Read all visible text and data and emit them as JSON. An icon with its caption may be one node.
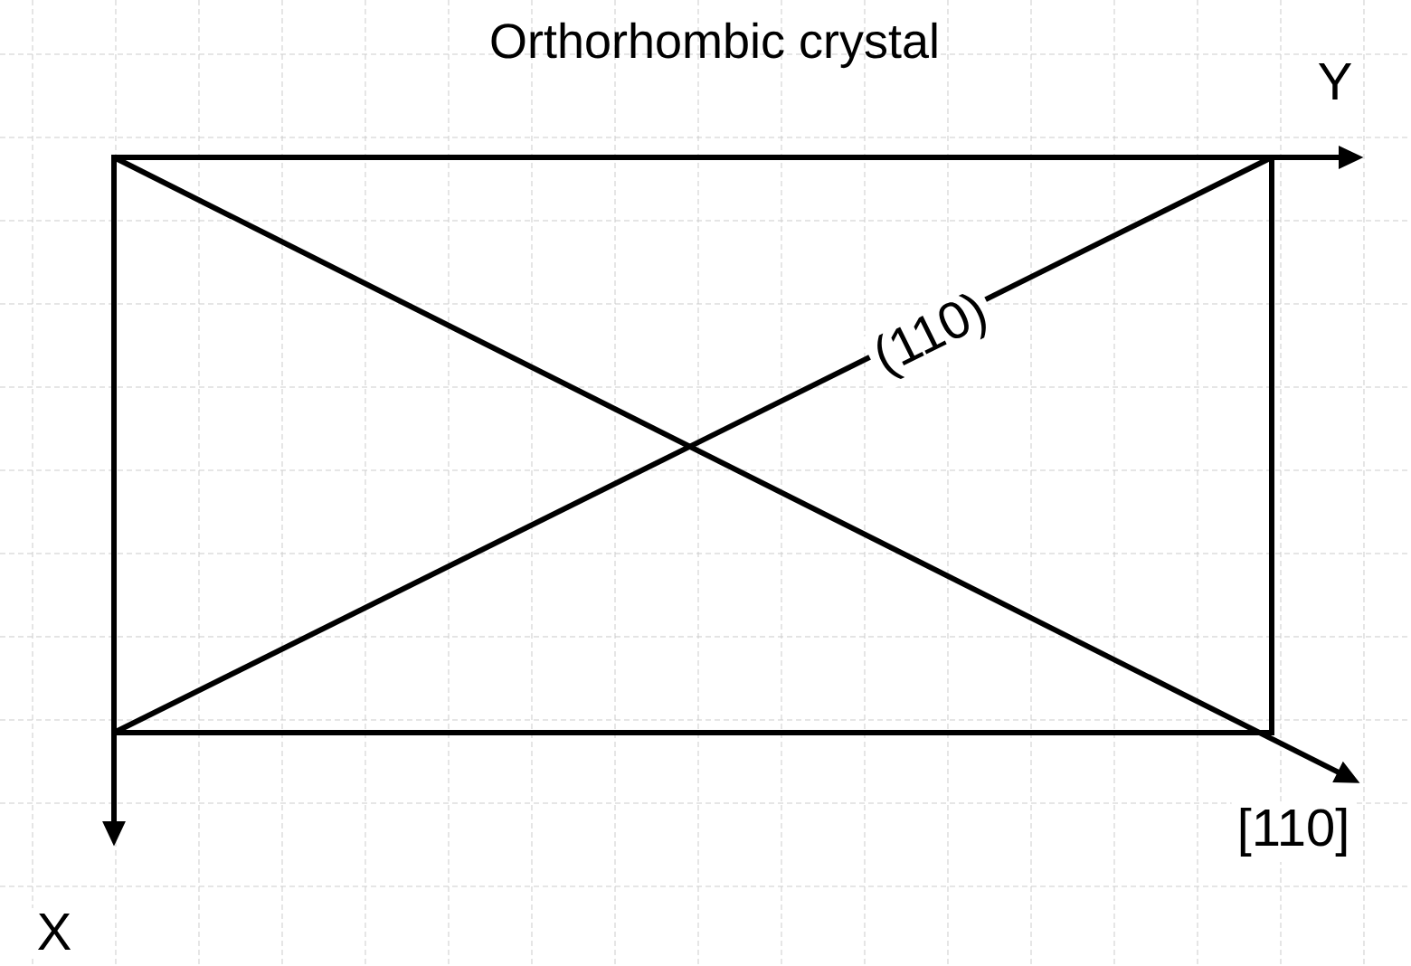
{
  "diagram": {
    "title": "Orthorhombic crystal",
    "labels": [
      "Y",
      "(110)",
      "[110]",
      "X"
    ]
  }
}
